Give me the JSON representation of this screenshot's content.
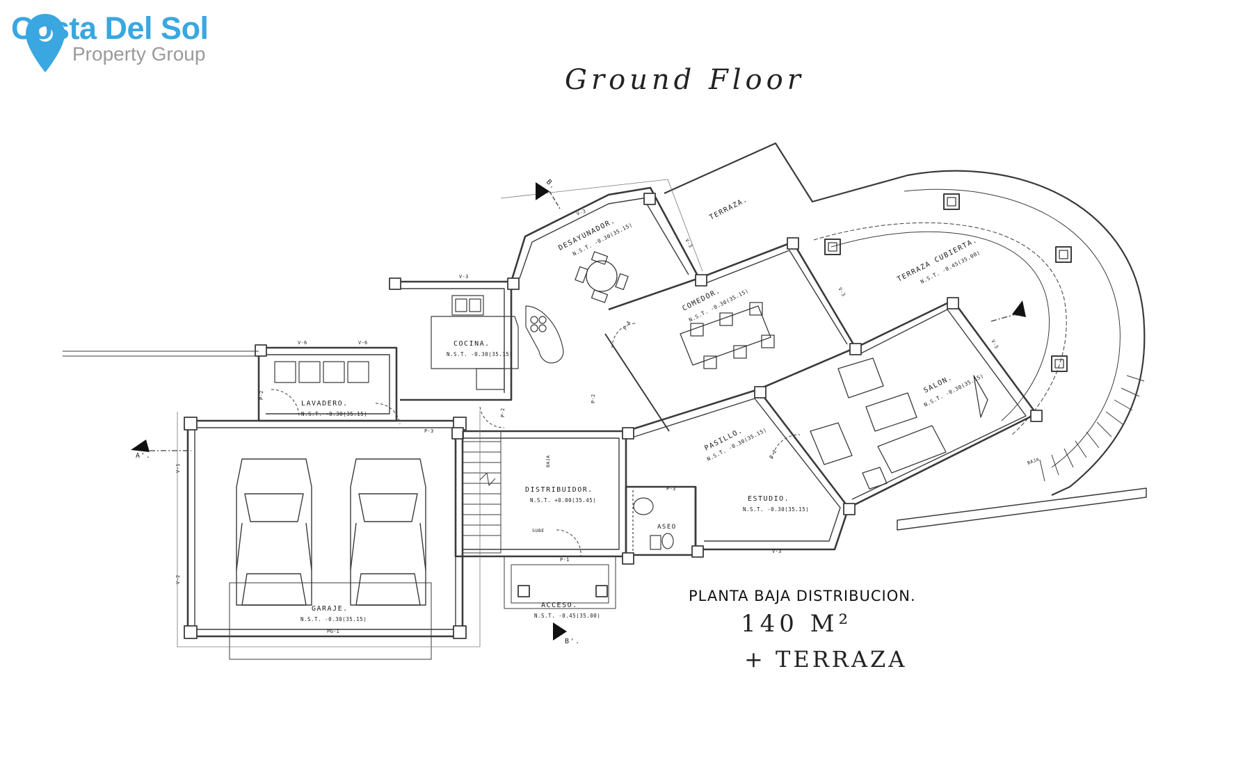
{
  "brand": {
    "name": "Costa Del Sol",
    "subtitle": "Property Group",
    "colors": {
      "primary": "#3aa7e0",
      "secondary": "#9a9a9a"
    }
  },
  "handwriting": {
    "title": "Ground Floor",
    "area": "140 M²",
    "terrace": "+ TERRAZA"
  },
  "plan": {
    "caption": "PLANTA BAJA DISTRIBUCION.",
    "rooms": [
      {
        "name": "DESAYUNADOR.",
        "level": "N.S.T. -0.30(35.15)"
      },
      {
        "name": "TERRAZA."
      },
      {
        "name": "TERRAZA CUBIERTA.",
        "level": "N.S.T. -0.45(35.00)"
      },
      {
        "name": "COMEDOR.",
        "level": "N.S.T. -0.30(35.15)"
      },
      {
        "name": "COCINA.",
        "level": "N.S.T. -0.30(35.15)"
      },
      {
        "name": "SALON.",
        "level": "N.S.T. -0.30(35.15)"
      },
      {
        "name": "LAVADERO.",
        "level": "N.S.T. -0.30(35.15)"
      },
      {
        "name": "PASILLO.",
        "level": "N.S.T. -0.30(35.15)"
      },
      {
        "name": "DISTRIBUIDOR.",
        "level": "N.S.T. +0.00(35.45)"
      },
      {
        "name": "ESTUDIO.",
        "level": "N.S.T. -0.30(35.15)"
      },
      {
        "name": "ASEO"
      },
      {
        "name": "GARAJE.",
        "level": "N.S.T. -0.30(35.15)"
      },
      {
        "name": "ACCESO.",
        "level": "N.S.T. -0.45(35.00)"
      }
    ],
    "section_marks": [
      "B.",
      "B'.",
      "A.",
      "A'."
    ],
    "small_labels": [
      "BAJA",
      "SUBE",
      "BAJA"
    ],
    "door_tags": [
      "P-3",
      "P-2",
      "P-2",
      "P-4",
      "P-2",
      "P-3",
      "P-1",
      "P-2",
      "PG-1"
    ],
    "window_tags": [
      "V-6",
      "V-6",
      "V-3",
      "V-3",
      "V-3",
      "V-3",
      "V-3",
      "V-1",
      "V-2",
      "V-3"
    ]
  }
}
